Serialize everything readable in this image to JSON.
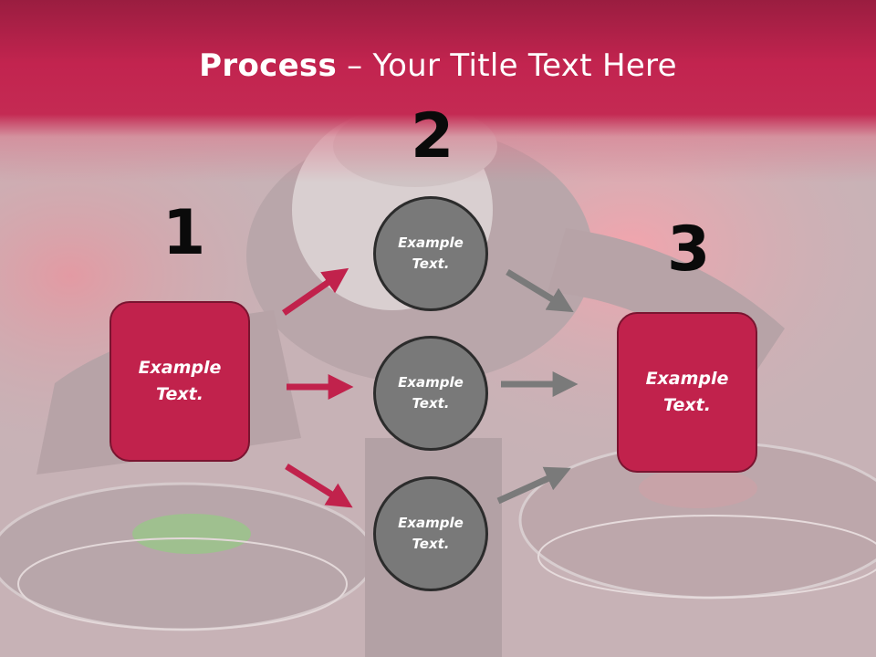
{
  "title": {
    "bold": "Process",
    "rest": " – Your Title Text Here"
  },
  "steps": [
    {
      "number": "1"
    },
    {
      "number": "2"
    },
    {
      "number": "3"
    }
  ],
  "left_box": {
    "text_line1": "Example",
    "text_line2": "Text."
  },
  "circles": [
    {
      "text_line1": "Example",
      "text_line2": "Text."
    },
    {
      "text_line1": "Example",
      "text_line2": "Text."
    },
    {
      "text_line1": "Example",
      "text_line2": "Text."
    }
  ],
  "right_box": {
    "text_line1": "Example",
    "text_line2": "Text."
  },
  "colors": {
    "accent": "#c1224c",
    "circle": "#797979",
    "arrow_red": "#c1224c",
    "arrow_gray": "#7a7a7a"
  }
}
